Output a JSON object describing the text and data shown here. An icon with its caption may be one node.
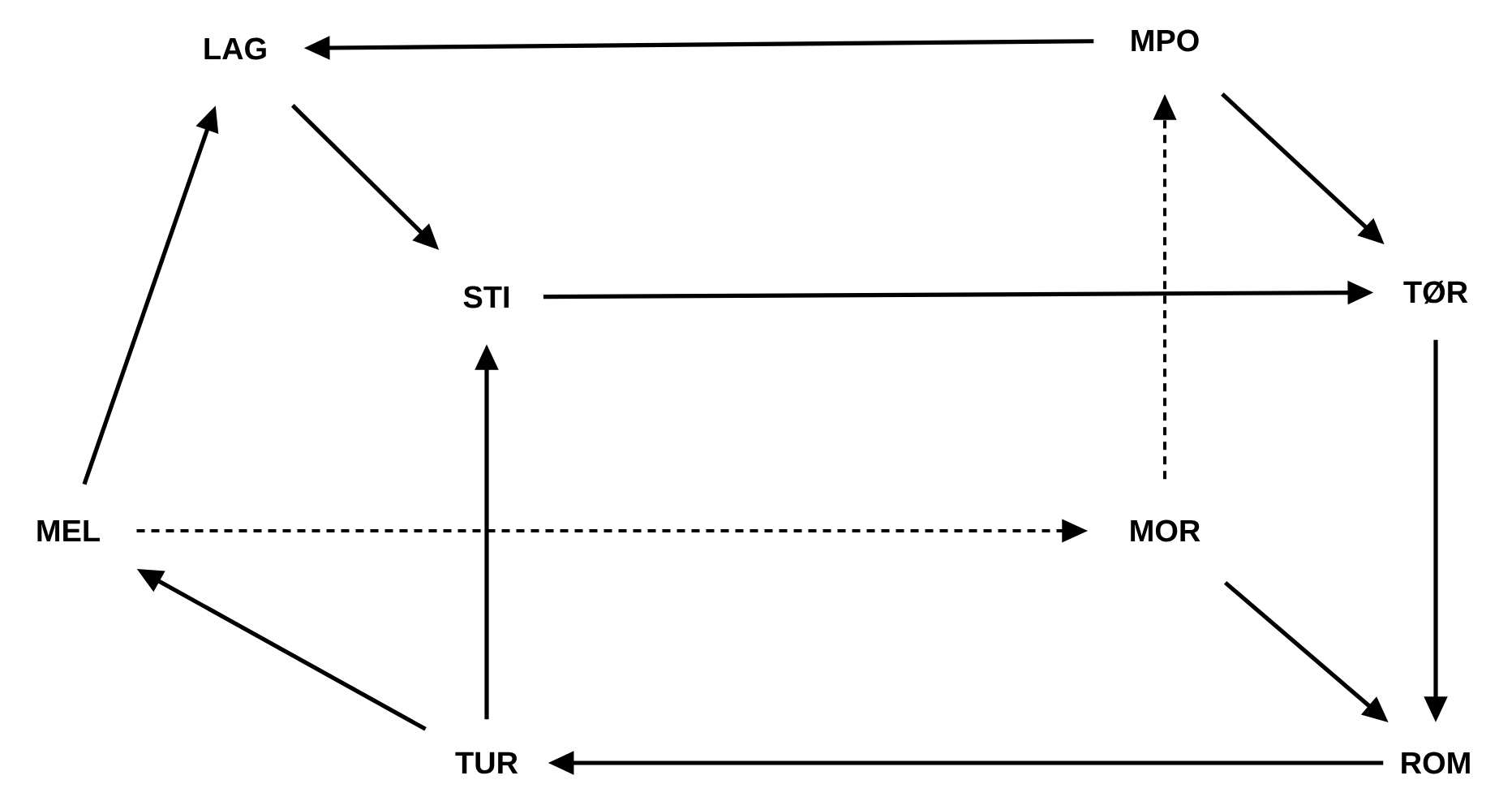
{
  "diagram": {
    "nodes": [
      {
        "text": [
          "LAG"
        ]
      },
      {
        "text": [
          "MPO"
        ]
      },
      {
        "text": [
          "STI"
        ]
      },
      {
        "text": [
          "TØR"
        ]
      },
      {
        "text": [
          "MEL"
        ]
      },
      {
        "text": [
          "MOR"
        ]
      },
      {
        "text": [
          "TUR"
        ]
      },
      {
        "text": [
          "ROM"
        ]
      }
    ],
    "edges": [
      {
        "from": 1,
        "to": 0,
        "arrow": "to"
      },
      {
        "from": 0,
        "to": 2,
        "arrow": "to"
      },
      {
        "from": 1,
        "to": 3,
        "arrow": "to"
      },
      {
        "from": 2,
        "to": 3,
        "arrow": "to"
      },
      {
        "from": 5,
        "to": 1,
        "arrow": "to",
        "style": "dashed"
      },
      {
        "from": 3,
        "to": 7,
        "arrow": "to"
      },
      {
        "from": 4,
        "to": 5,
        "arrow": "to",
        "style": "dashed"
      },
      {
        "from": 4,
        "to": 0,
        "arrow": "to"
      },
      {
        "from": 6,
        "to": 2,
        "arrow": "to"
      },
      {
        "from": 6,
        "to": 4,
        "arrow": "to"
      },
      {
        "from": 5,
        "to": 7,
        "arrow": "to"
      },
      {
        "from": 7,
        "to": 6,
        "arrow": "to"
      }
    ]
  }
}
